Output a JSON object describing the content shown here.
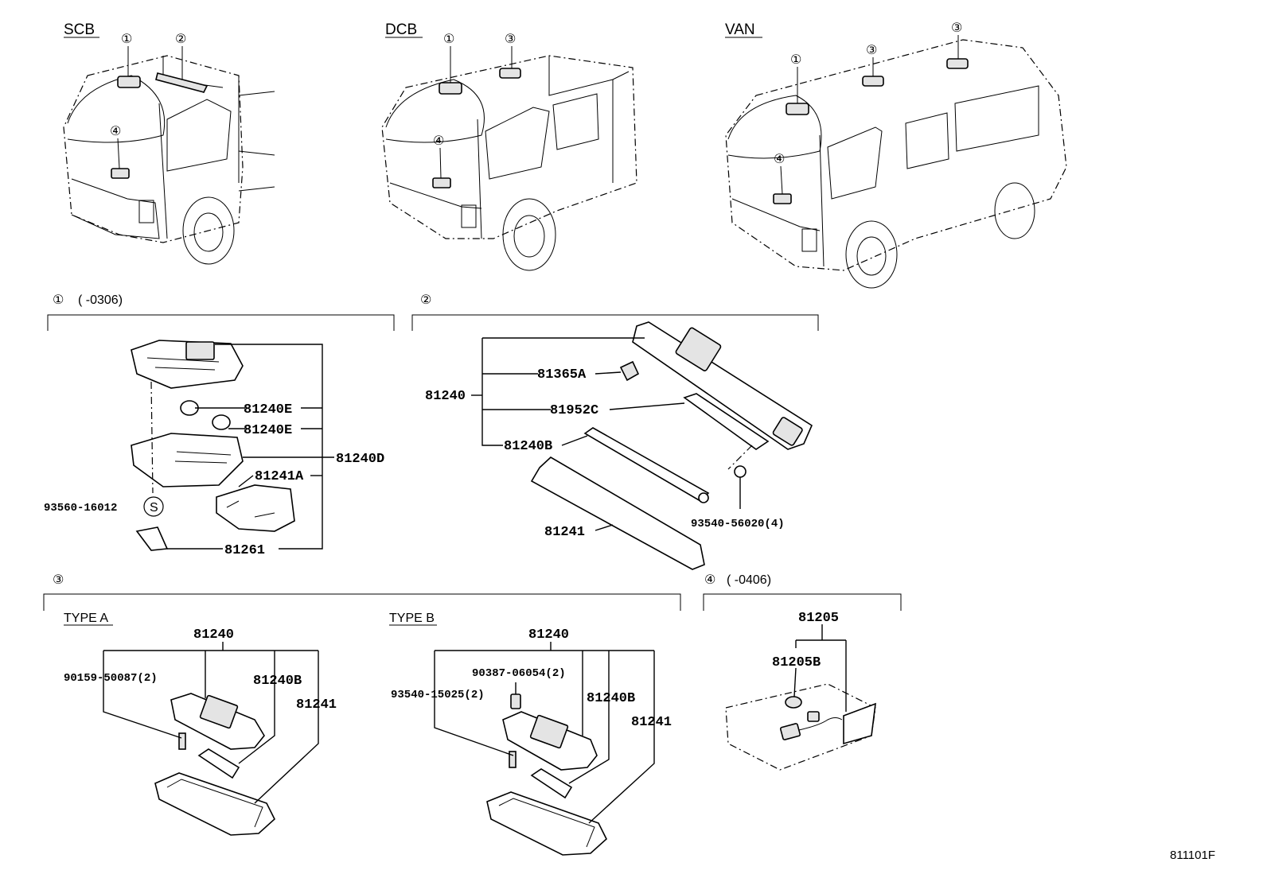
{
  "vehicles": {
    "scb": "SCB",
    "dcb": "DCB",
    "van": "VAN"
  },
  "markers": {
    "m1": "①",
    "m2": "②",
    "m3": "③",
    "m4": "④"
  },
  "sections": {
    "s1": {
      "marker": "①",
      "range": "(      -0306)"
    },
    "s2": {
      "marker": "②"
    },
    "s3": {
      "marker": "③",
      "type_a": "TYPE A",
      "type_b": "TYPE B"
    },
    "s4": {
      "marker": "④",
      "range": "(      -0406)"
    }
  },
  "parts": {
    "p81240E_a": "81240E",
    "p81240E_b": "81240E",
    "p81240D": "81240D",
    "p81241A": "81241A",
    "p93560": "93560-16012",
    "s_symbol": "S",
    "p81261": "81261",
    "p81240_2": "81240",
    "p81365A": "81365A",
    "p81952C": "81952C",
    "p81240B_2": "81240B",
    "p93540_56020": "93540-56020(4)",
    "p81241_2": "81241",
    "a_81240": "81240",
    "a_90159": "90159-50087(2)",
    "a_81240B": "81240B",
    "a_81241": "81241",
    "b_81240": "81240",
    "b_90387": "90387-06054(2)",
    "b_93540": "93540-15025(2)",
    "b_81240B": "81240B",
    "b_81241": "81241",
    "d_81205": "81205",
    "d_81205B": "81205B"
  },
  "footer_code": "811101F"
}
